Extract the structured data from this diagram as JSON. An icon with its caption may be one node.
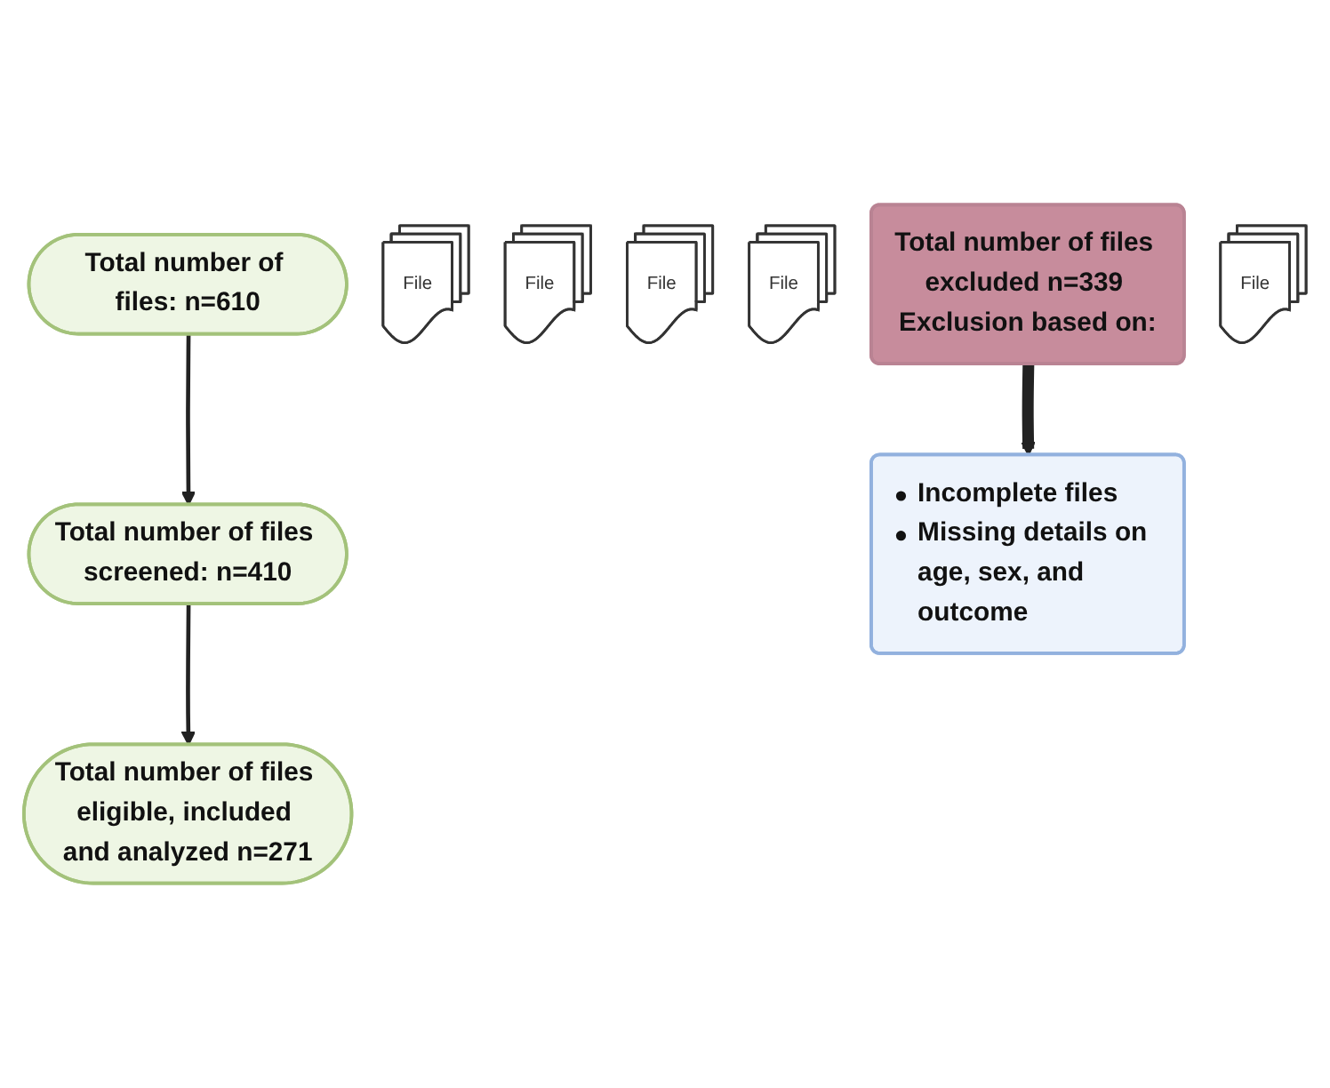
{
  "diagram": {
    "nodes": [
      {
        "text": [
          "Total number of files: n=610"
        ]
      },
      {
        "text": [
          "File"
        ]
      },
      {
        "text": [
          "File"
        ]
      },
      {
        "text": [
          "File"
        ]
      },
      {
        "text": [
          "Total number of files screened: n=410"
        ]
      },
      {
        "text": [
          "File"
        ]
      },
      {
        "text": [
          "Total number of files excluded n=339 Exclusion based on:"
        ]
      },
      {
        "text": [
          "Incomplete files",
          "Missing details on age, sex, and outcome"
        ]
      },
      {
        "text": [
          "Total number of files eligible, included and analyzed n=271"
        ]
      },
      {
        "text": [
          "File"
        ]
      }
    ],
    "edges": [
      {
        "from": 0,
        "to": 4,
        "arrow": "to"
      },
      {
        "from": 4,
        "to": 8,
        "arrow": "to"
      },
      {
        "from": 6,
        "to": 7,
        "arrow": "to",
        "style": "thick"
      }
    ]
  }
}
